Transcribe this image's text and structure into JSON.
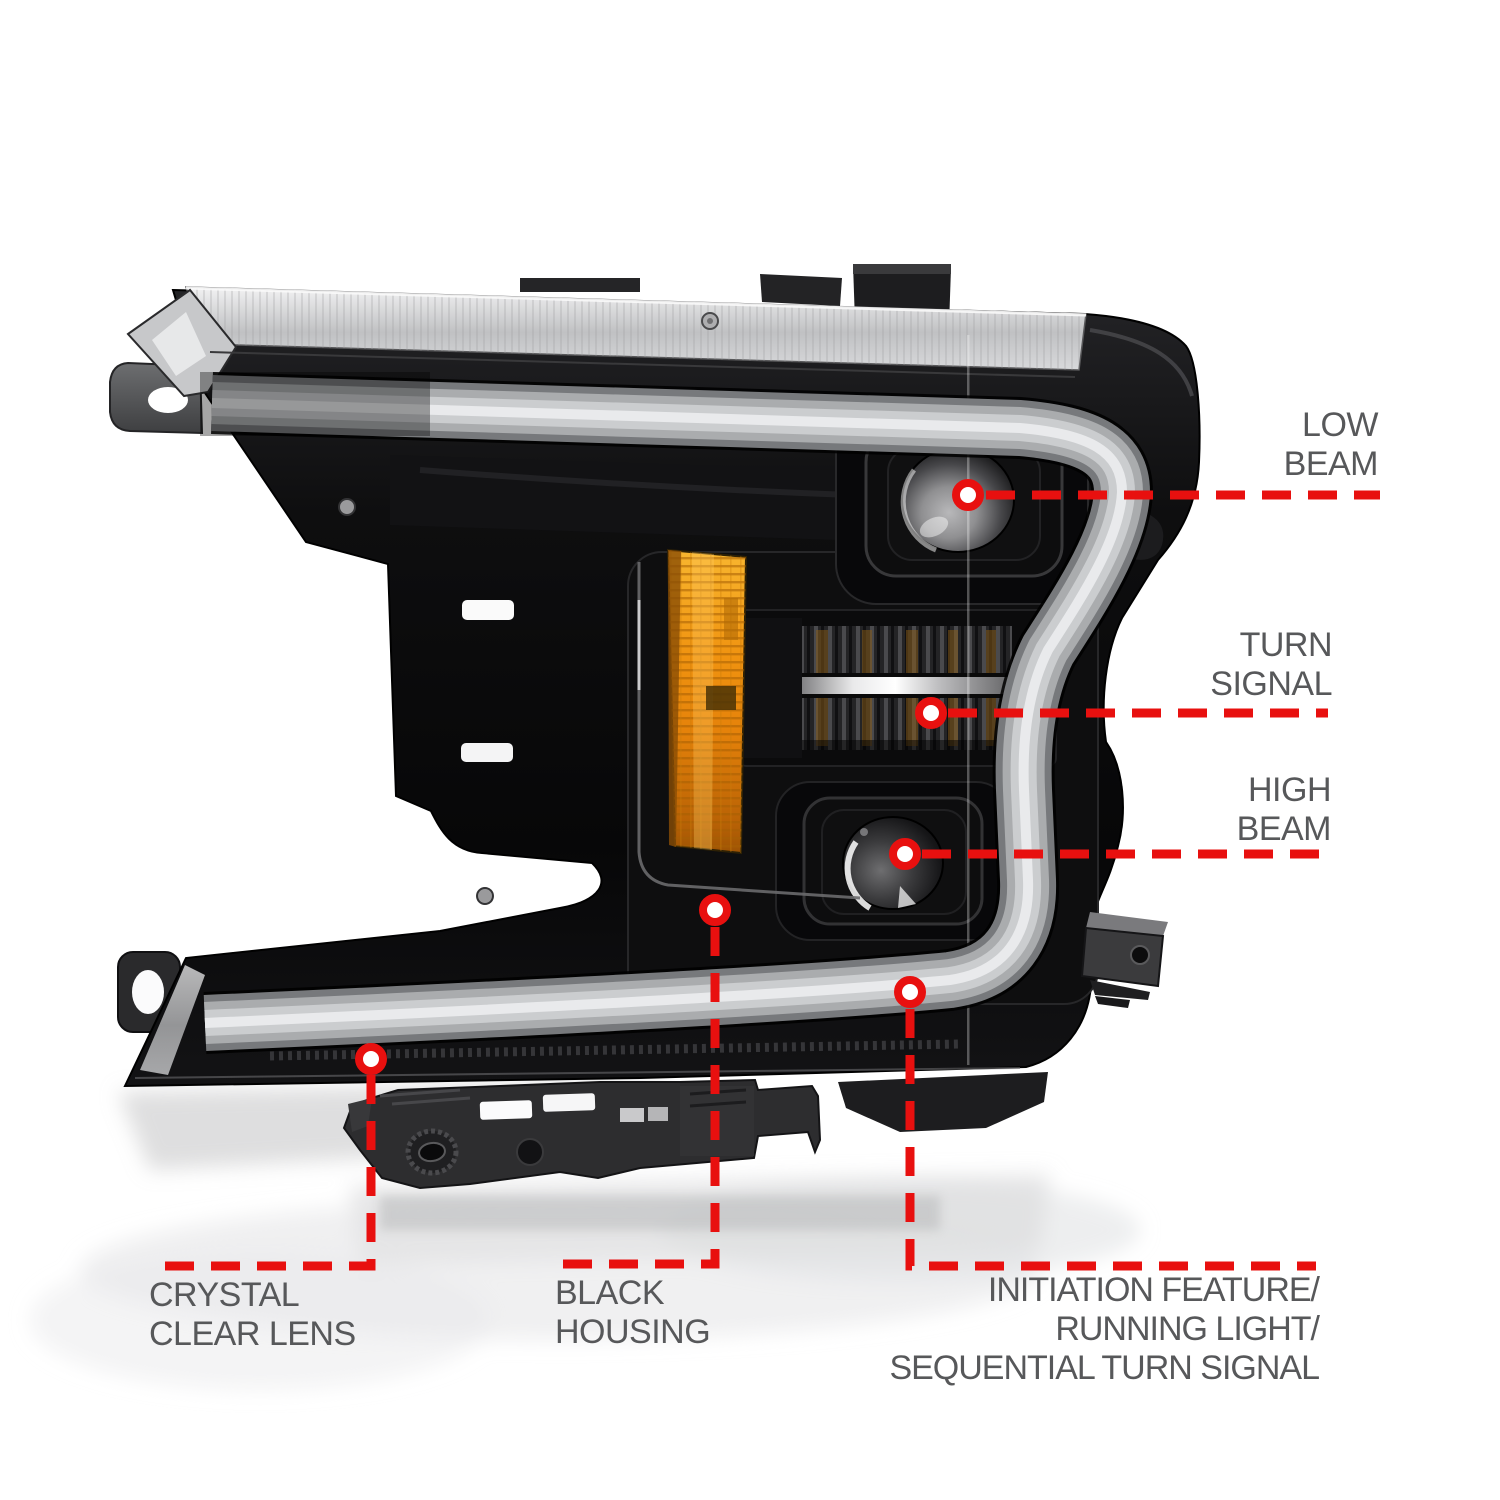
{
  "style": {
    "background": "#ffffff",
    "accent_red": "#e8100f",
    "label_color": "#57585a",
    "dot_fill": "#ffffff"
  },
  "callouts": {
    "low_beam": {
      "label": "LOW\nBEAM"
    },
    "turn_signal": {
      "label": "TURN\nSIGNAL"
    },
    "high_beam": {
      "label": "HIGH\nBEAM"
    },
    "crystal_clear_lens": {
      "label": "CRYSTAL\nCLEAR LENS"
    },
    "black_housing": {
      "label": "BLACK\nHOUSING"
    },
    "initiation_feature": {
      "label": "INITIATION FEATURE/\nRUNNING LIGHT/\nSEQUENTIAL TURN SIGNAL"
    }
  }
}
